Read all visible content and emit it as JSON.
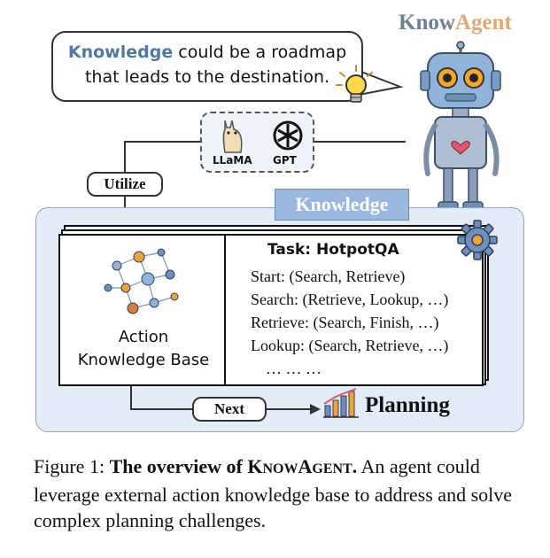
{
  "brand": {
    "part1": "Know",
    "part2": "Agent"
  },
  "bubble": {
    "keyword": "Knowledge",
    "line1_rest": " could be a roadmap",
    "line2": "that leads to  the destination."
  },
  "models": [
    {
      "label": "LLaMA",
      "icon": "llama-icon"
    },
    {
      "label": "GPT",
      "icon": "openai-icon"
    }
  ],
  "utilize_label": "Utilize",
  "knowledge_tag": "Knowledge",
  "akb": {
    "line1": "Action",
    "line2": "Knowledge Base"
  },
  "task": "Task:  HotpotQA",
  "rules": [
    "Start: (Search, Retrieve)",
    "Search: (Retrieve, Lookup, …)",
    "Retrieve: (Search, Finish, …)",
    "Lookup: (Search, Retrieve, …)",
    "… … …"
  ],
  "next_label": "Next",
  "planning_label": "Planning",
  "caption": {
    "prefix": "Figure 1: ",
    "bold_title": "The overview of ",
    "sc_k": "K",
    "sc_now": "NOW",
    "sc_a": "A",
    "sc_gent": "GENT",
    "after_title": ".",
    "rest": " An agent could leverage external action knowledge base to address and solve complex planning challenges."
  },
  "colors": {
    "brand_know": "#6b7f96",
    "brand_agent": "#e3a875",
    "keyword": "#4e79a7",
    "panel_bg": "#e3ebf6",
    "knowledge_tag_bg": "#9ab7df"
  }
}
